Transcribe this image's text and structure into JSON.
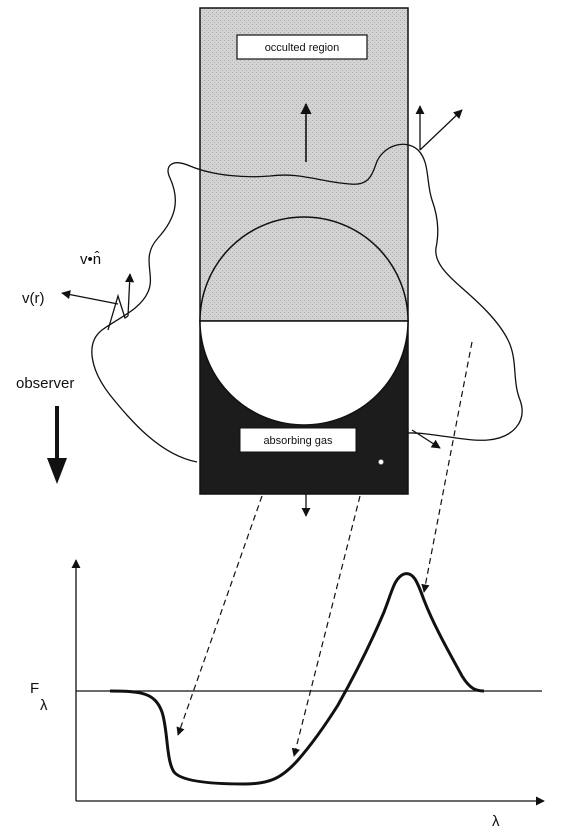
{
  "labels": {
    "occulted_region": "occulted region",
    "absorbing_gas": "absorbing gas",
    "v_dot_n": "v•n̂",
    "v_r": "v(r)",
    "observer": "observer",
    "f_lambda": "F",
    "f_lambda_sub": "λ",
    "lambda_axis": "λ"
  },
  "colors": {
    "occulted_fill": "#d6d6d6",
    "absorbing_fill": "#1c1c1c",
    "line": "#111111",
    "background": "#ffffff"
  }
}
